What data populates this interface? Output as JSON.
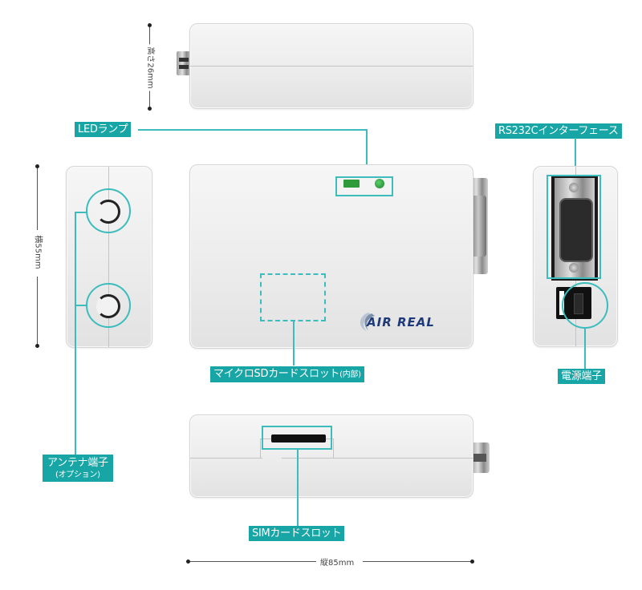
{
  "dimensions": {
    "height": "高さ26mm",
    "width": "横55mm",
    "length": "縦85mm"
  },
  "callouts": {
    "led": "LEDランプ",
    "rs232c": "RS232Cインターフェース",
    "power": "電源端子",
    "microsd": "マイクロSDカードスロット",
    "microsd_note": "(内部)",
    "antenna": "アンテナ端子",
    "antenna_note": "(オプション)",
    "sim": "SIMカードスロット"
  },
  "logo": {
    "text": "AIR REAL",
    "color": "#1e3a78"
  },
  "colors": {
    "accent": "#17a5a5",
    "leader": "#3cbcbc",
    "led": "#2e9b3a"
  }
}
